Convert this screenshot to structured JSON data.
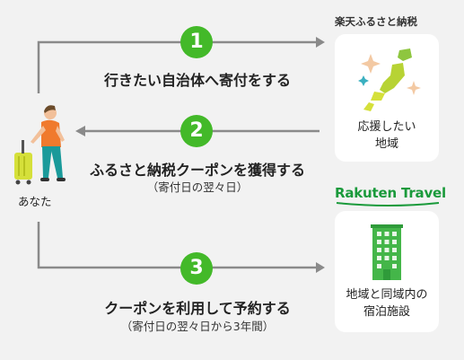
{
  "steps": [
    {
      "number": "1",
      "title": "行きたい自治体へ寄付をする",
      "subtitle": ""
    },
    {
      "number": "2",
      "title": "ふるさと納税クーポンを獲得する",
      "subtitle": "（寄付日の翌々日）"
    },
    {
      "number": "3",
      "title": "クーポンを利用して予約する",
      "subtitle": "（寄付日の翌々日から3年間）"
    }
  ],
  "you_label": "あなた",
  "furusato": {
    "brand": "楽天ふるさと納税",
    "label_line1": "応援したい",
    "label_line2": "地域"
  },
  "travel": {
    "brand": "Rakuten Travel",
    "label_line1": "地域と同域内の",
    "label_line2": "宿泊施設"
  },
  "colors": {
    "accent_green": "#43b929",
    "arrow_gray": "#8a8a8a",
    "brand_green": "#1a9a3b",
    "background": "#f2f2f2",
    "card_bg": "#ffffff"
  },
  "icons": [
    "traveler-icon",
    "japan-map-icon",
    "building-icon"
  ]
}
